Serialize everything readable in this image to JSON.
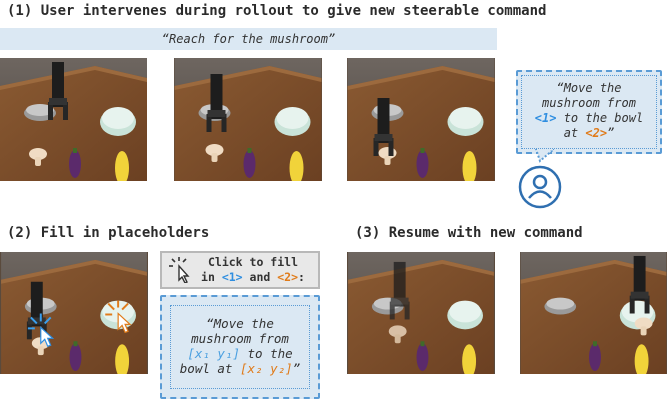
{
  "step1": {
    "heading": "(1) User intervenes during rollout to give new steerable command",
    "command": "“Reach for the mushroom”",
    "bubble": {
      "line1": "“Move the",
      "line2": "mushroom from",
      "ph1": "<1>",
      "line3_rest": " to the bowl",
      "line4_pre": "at ",
      "ph2": "<2>",
      "line4_post": "”"
    }
  },
  "step2": {
    "heading": "(2) Fill in placeholders",
    "click_line1": "Click to fill",
    "click_pre": "in ",
    "ph1": "<1>",
    "click_mid": " and ",
    "ph2": "<2>",
    "click_post": ":",
    "bubble": {
      "line1": "“Move the",
      "line2": "mushroom from",
      "coord1": "[x₁ y₁]",
      "line3_rest": " to the",
      "line4_pre": "bowl at ",
      "coord2": "[x₂ y₂]",
      "line4_post": "”"
    }
  },
  "step3": {
    "heading": "(3) Resume with new command"
  },
  "colors": {
    "blue_placeholder": "#2f8ee0",
    "orange_placeholder": "#e07b1a",
    "banner_bg": "#dbe8f3",
    "bubble_border": "#5a9bd5"
  }
}
